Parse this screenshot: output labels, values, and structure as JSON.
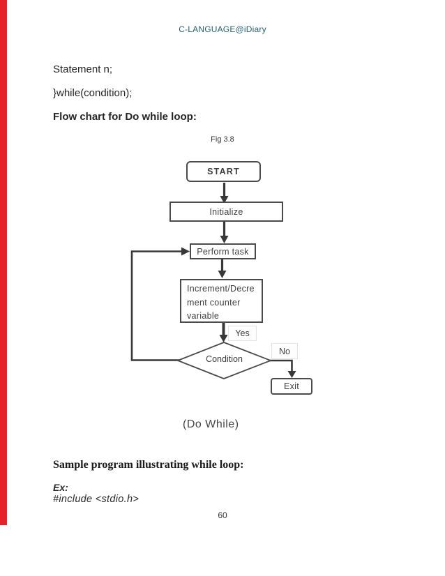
{
  "header": {
    "title": "C-LANGUAGE@iDiary",
    "title_color": "#2a5f6d"
  },
  "accent": {
    "left_bar_color": "#e62129"
  },
  "body": {
    "statement_line": "Statement n;",
    "while_line": "}while(condition);",
    "flowchart_heading": "Flow chart for Do while loop:",
    "fig_label": "Fig 3.8",
    "do_while_caption": "(Do While)",
    "sample_heading": "Sample program illustrating while loop:",
    "ex_label": "Ex:",
    "include_line": "#include <stdio.h>"
  },
  "flowchart": {
    "nodes": [
      {
        "id": "start",
        "label": "START"
      },
      {
        "id": "initialize",
        "label": "Initialize"
      },
      {
        "id": "perform-task",
        "label": "Perform task"
      },
      {
        "id": "increment-counter",
        "lines": [
          "Increment/Decre",
          "ment counter",
          "variable"
        ]
      },
      {
        "id": "condition",
        "label": "Condition"
      },
      {
        "id": "exit",
        "label": "Exit"
      }
    ],
    "edge_labels": {
      "yes": "Yes",
      "no": "No"
    }
  },
  "footer": {
    "page_number": "60"
  }
}
